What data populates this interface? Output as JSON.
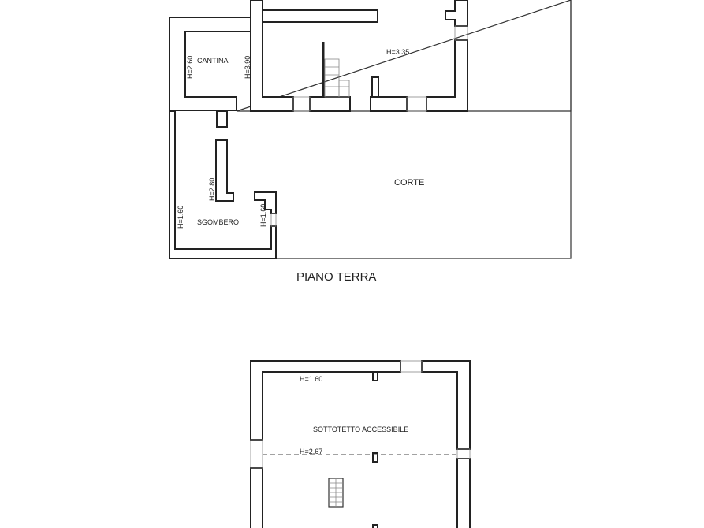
{
  "ground_floor": {
    "title": "PIANO TERRA",
    "rooms": {
      "cantina": {
        "name": "CANTINA",
        "height_left": "H=2.60",
        "height_right": "H=3.90"
      },
      "main": {
        "height": "H=3.35"
      },
      "corte": {
        "name": "CORTE"
      },
      "sgombero": {
        "name": "SGOMBERO",
        "height_inner": "H=2.80",
        "height_left": "H=1.60",
        "height_right": "H=1.60"
      }
    }
  },
  "attic": {
    "name": "SOTTOTETTO ACCESSIBILE",
    "height_low": "H=1.60",
    "height_ridge": "H=2.67"
  },
  "colors": {
    "wall": "#222222",
    "background": "#ffffff"
  }
}
